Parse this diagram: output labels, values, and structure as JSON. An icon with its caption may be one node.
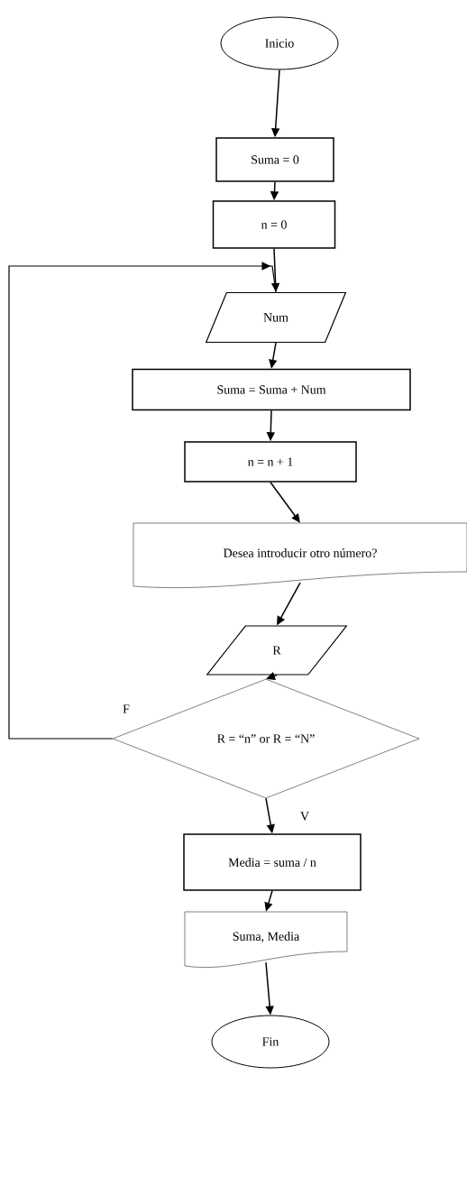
{
  "diagram": {
    "nodes": [
      {
        "text": [
          "Inicio"
        ]
      },
      {
        "text": [
          "Suma = 0"
        ]
      },
      {
        "text": [
          "n = 0"
        ]
      },
      {
        "text": [
          "Num"
        ]
      },
      {
        "text": [
          "Suma = Suma + Num"
        ]
      },
      {
        "text": [
          "n = n + 1"
        ]
      },
      {
        "text": [
          "Desea introducir otro número?"
        ]
      },
      {
        "text": [
          "R"
        ]
      },
      {
        "text": [
          "R = “n” or R = “N”"
        ]
      },
      {
        "text": [
          "Media = suma / n"
        ]
      },
      {
        "text": [
          "Suma, Media"
        ]
      },
      {
        "text": [
          "Fin"
        ]
      }
    ],
    "edges": [
      {
        "from": 0,
        "to": 1,
        "arrow": "to"
      },
      {
        "from": 1,
        "to": 2,
        "arrow": "to"
      },
      {
        "from": 2,
        "to": 3,
        "arrow": "to"
      },
      {
        "from": 3,
        "to": 4,
        "arrow": "to"
      },
      {
        "from": 4,
        "to": 5,
        "arrow": "to"
      },
      {
        "from": 5,
        "to": 6,
        "arrow": "to"
      },
      {
        "from": 6,
        "to": 7,
        "arrow": "to"
      },
      {
        "from": 7,
        "to": 8,
        "arrow": "to"
      },
      {
        "from": 8,
        "to": 9,
        "arrow": "to",
        "label": "V"
      },
      {
        "from": 9,
        "to": 10,
        "arrow": "to"
      },
      {
        "from": 10,
        "to": 11,
        "arrow": "to"
      },
      {
        "from": 8,
        "to": 3,
        "arrow": "to",
        "label": "F"
      }
    ]
  }
}
